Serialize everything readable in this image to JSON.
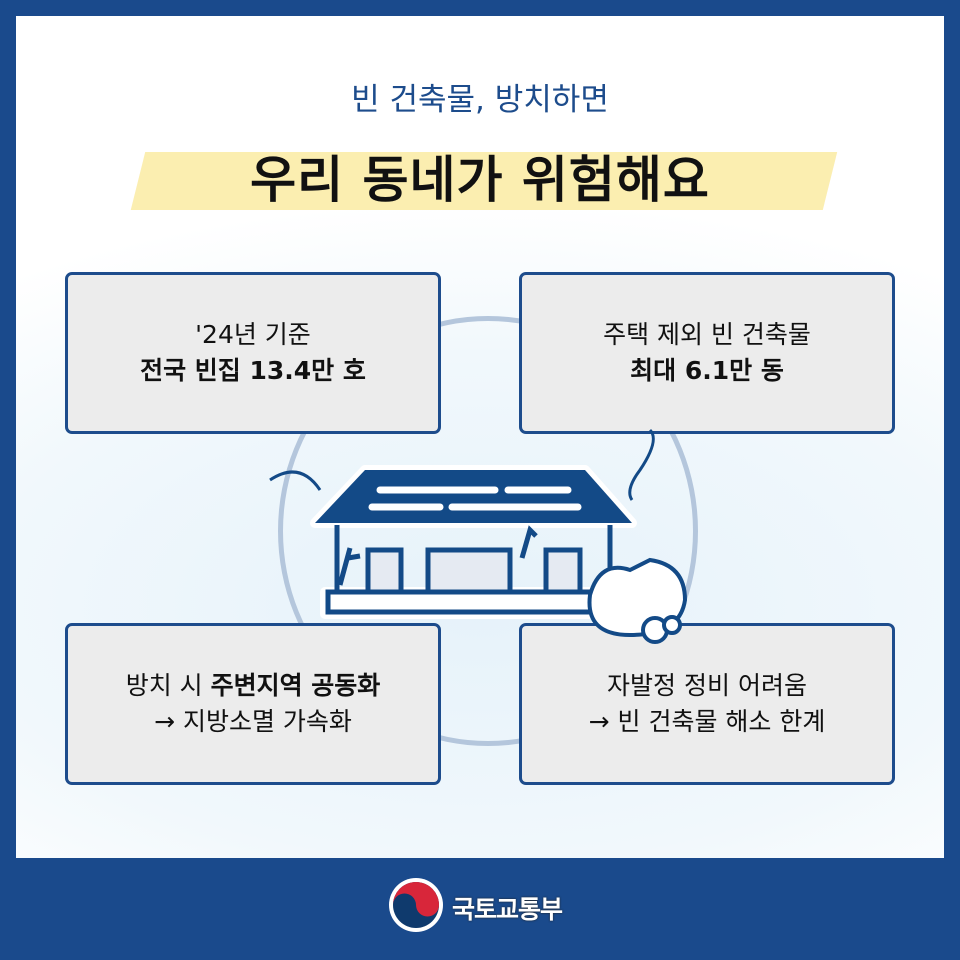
{
  "title": {
    "line1": "빈 건축물, 방치하면",
    "line2": "우리 동네가 위험해요"
  },
  "cards": [
    {
      "line1": "'24년 기준",
      "line2_bold": "전국 빈집 13.4만 호"
    },
    {
      "line1": "주택 제외 빈 건축물",
      "line2_bold": "최대 6.1만 동"
    },
    {
      "line1_prefix": "방치 시 ",
      "line1_bold": "주변지역 공동화",
      "line2": "→ 지방소멸 가속화"
    },
    {
      "line1": "자발정 정비 어려움",
      "line2": "→ 빈 건축물 해소 한계"
    }
  ],
  "footer": {
    "brand": "국토교통부"
  },
  "colors": {
    "navy": "#1d4c8c",
    "highlight": "#fbeeb0",
    "card": "#ececec"
  }
}
